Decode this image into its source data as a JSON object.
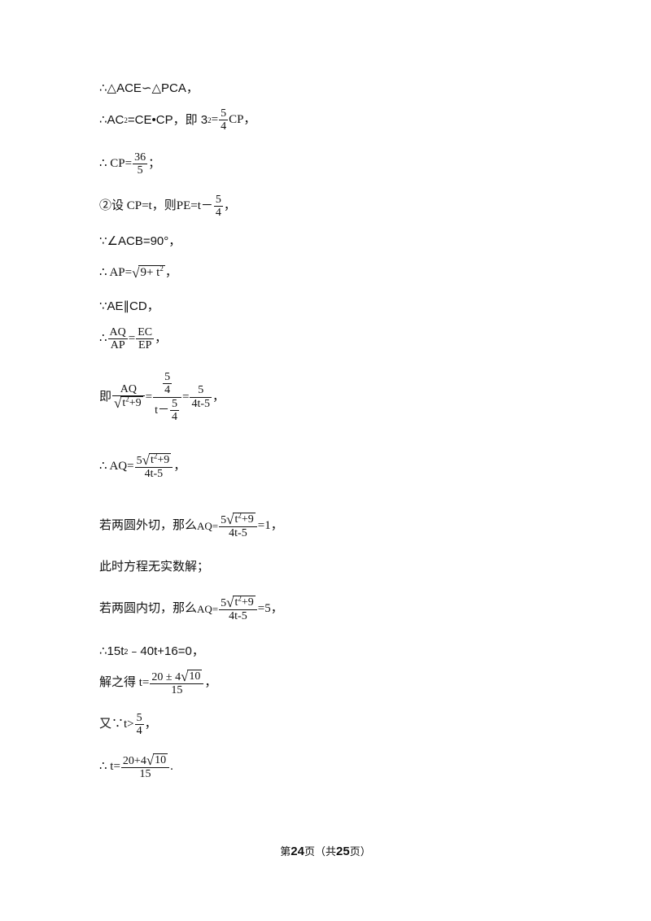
{
  "lines": {
    "l1": "∴△ACE∽△PCA，",
    "l2_pre": "∴AC",
    "l2_sup": "2",
    "l2_mid": "=CE•CP，即 3",
    "l2_sup2": "2",
    "l2_eq": "=",
    "l2_num": "5",
    "l2_den": "4",
    "l2_post": "CP，",
    "l3_pre": "∴ CP=",
    "l3_num": "36",
    "l3_den": "5",
    "l3_post": "；",
    "l4_pre": "②设 CP=t，则PE=t－",
    "l4_num": "5",
    "l4_den": "4",
    "l4_post": "，",
    "l5": "∵∠ACB=90°，",
    "l6_pre": "∴ AP=",
    "l6_rad": "9+ t",
    "l6_sup": "2",
    "l6_post": "，",
    "l7": "∵AE∥CD，",
    "l8_pre": "∴",
    "l8_num1": "AQ",
    "l8_den1": "AP",
    "l8_eq": "=",
    "l8_num2": "EC",
    "l8_den2": "EP",
    "l8_post": "，",
    "l9_pre": "即",
    "l9_num1": "AQ",
    "l9_rad": "t",
    "l9_sup": "2",
    "l9_radend": "+9",
    "l9_eq1": "=",
    "l9_cnum_num": "5",
    "l9_cnum_den": "4",
    "l9_cden_pre": "t－",
    "l9_cden_num": "5",
    "l9_cden_den": "4",
    "l9_eq2": "=",
    "l9_num3": "5",
    "l9_den3": "4t-5",
    "l9_post": "，",
    "l10_pre": "∴ AQ=",
    "l10_coef": "5",
    "l10_rad": "t",
    "l10_sup": "2",
    "l10_radend": "+9",
    "l10_den": "4t-5",
    "l10_post": "，",
    "l11_pre": "若两圆外切，那么",
    "l11_aq": "AQ=",
    "l11_coef": "5",
    "l11_rad": "t",
    "l11_sup": "2",
    "l11_radend": "+9",
    "l11_den": "4t-5",
    "l11_post": "=1，",
    "l12": "此时方程无实数解；",
    "l13_pre": "若两圆内切，那么",
    "l13_aq": "AQ=",
    "l13_coef": "5",
    "l13_rad": "t",
    "l13_sup": "2",
    "l13_radend": "+9",
    "l13_den": "4t-5",
    "l13_post": "=5，",
    "l14_pre": "∴15t",
    "l14_sup": "2",
    "l14_post": "﹣40t+16=0，",
    "l15_pre": "解之得 t=",
    "l15_num": "20 ± 4",
    "l15_rad": "10",
    "l15_den": "15",
    "l15_post": "，",
    "l16_pre": "又∵t>",
    "l16_num": "5",
    "l16_den": "4",
    "l16_post": "，",
    "l17_pre": "∴ t=",
    "l17_num": "20+4",
    "l17_rad": "10",
    "l17_den": "15",
    "l17_post": "."
  },
  "footer": {
    "pre": "第",
    "page": "24",
    "mid": "页（共",
    "total": "25",
    "post": "页）"
  }
}
